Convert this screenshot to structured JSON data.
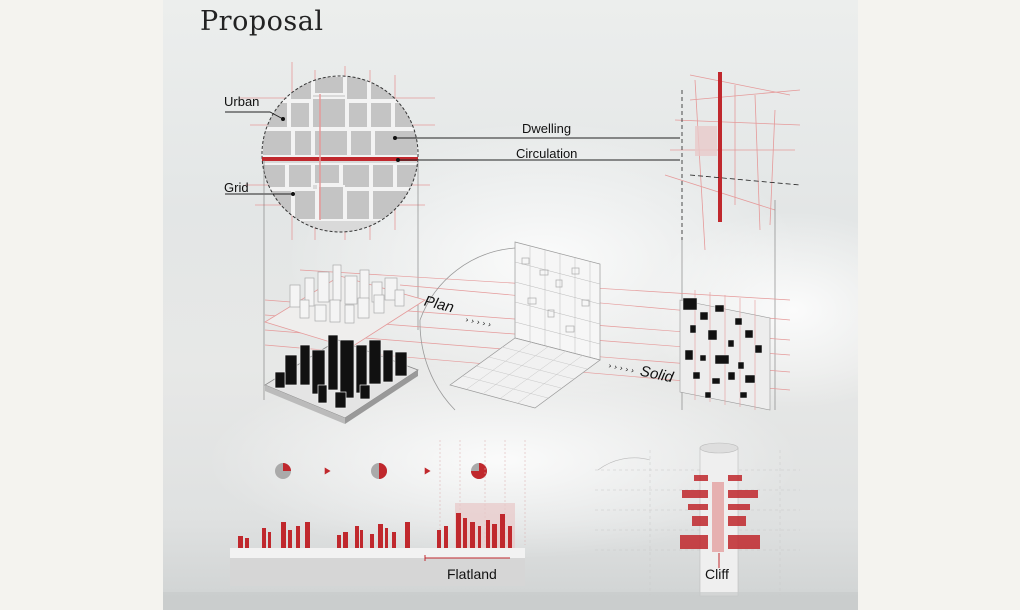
{
  "title": "Proposal",
  "labels": {
    "urban": "Urban",
    "grid": "Grid",
    "dwelling": "Dwelling",
    "circulation": "Circulation",
    "plan": "Plan",
    "solid": "Solid",
    "flatland": "Flatland",
    "cliff": "Cliff"
  },
  "colors": {
    "accent_red": "#c0282d",
    "light_red": "#e59a9a",
    "grey_block": "#c9c9c9",
    "dark": "#111111"
  },
  "pie_progress": [
    0.25,
    0.5,
    0.75
  ]
}
